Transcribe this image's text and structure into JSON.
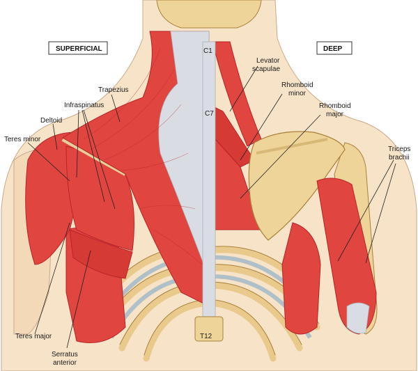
{
  "panels": {
    "left": "SUPERFICIAL",
    "right": "DEEP"
  },
  "labels": {
    "trapezius": "Trapezius",
    "infraspinatus": "Infraspinatus",
    "deltoid": "Deltoid",
    "teres_minor": "Teres minor",
    "teres_major": "Teres major",
    "serratus_anterior_1": "Serratus",
    "serratus_anterior_2": "anterior",
    "levator_scapulae_1": "Levator",
    "levator_scapulae_2": "scapulae",
    "rhomboid_minor_1": "Rhomboid",
    "rhomboid_minor_2": "minor",
    "rhomboid_major_1": "Rhomboid",
    "rhomboid_major_2": "major",
    "triceps_brachii_1": "Triceps",
    "triceps_brachii_2": "brachii"
  },
  "vertebrae": {
    "c1": "C1",
    "c7": "C7",
    "t12": "T12"
  },
  "colors": {
    "muscle": "#e0453f",
    "muscle_dark": "#b8242a",
    "tendon": "#d9dde3",
    "bone": "#efd49a",
    "skin": "#f6e3c8",
    "cartilage": "#9fb7c9"
  }
}
